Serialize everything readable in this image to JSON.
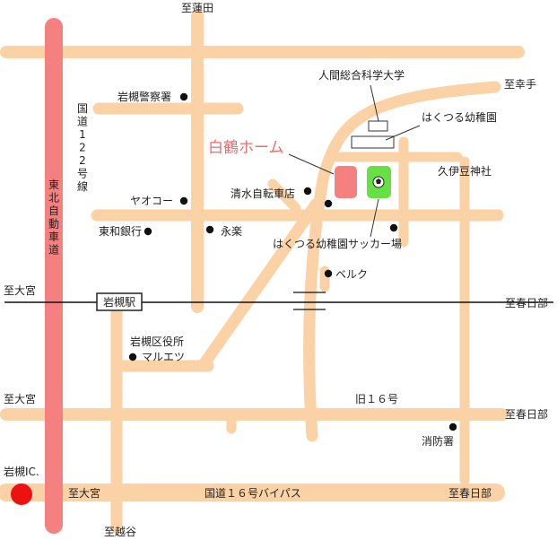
{
  "colors": {
    "road": "#FAD2A6",
    "expressway": "#F58080",
    "rail": "#111111",
    "home": "#F58080",
    "field": "#66E044",
    "title_text": "#F26A6A",
    "interchange": "#EE1111"
  },
  "labels": {
    "to_hasuda": "至蓮田",
    "to_satte": "至幸手",
    "to_omiya_rail": "至大宮",
    "to_kasukabe_rail": "至春日部",
    "to_omiya_old16": "至大宮",
    "to_kasukabe_old16": "至春日部",
    "to_omiya_bypass": "至大宮",
    "to_kasukabe_bypass": "至春日部",
    "to_koshigaya": "至越谷",
    "expressway_name": "東北自動車道",
    "route122_name": "国道122号線",
    "bypass_name": "国道１６号バイパス",
    "old16_name": "旧１６号",
    "interchange": "岩槻IC.",
    "station": "岩槻駅",
    "home_title": "白鶴ホーム",
    "police": "岩槻警察署",
    "university": "人間総合科学大学",
    "kindergarten": "はくつる幼稚園",
    "shrine": "久伊豆神社",
    "yaoko": "ヤオコー",
    "bicycle_shop": "清水自転車店",
    "bank": "東和銀行",
    "eiraku": "永楽",
    "soccer_field": "はくつる幼稚園サッカー場",
    "belc": "ベルク",
    "ward_office": "岩槻区役所",
    "maruetsu": "マルエツ",
    "fire_station": "消防署"
  }
}
